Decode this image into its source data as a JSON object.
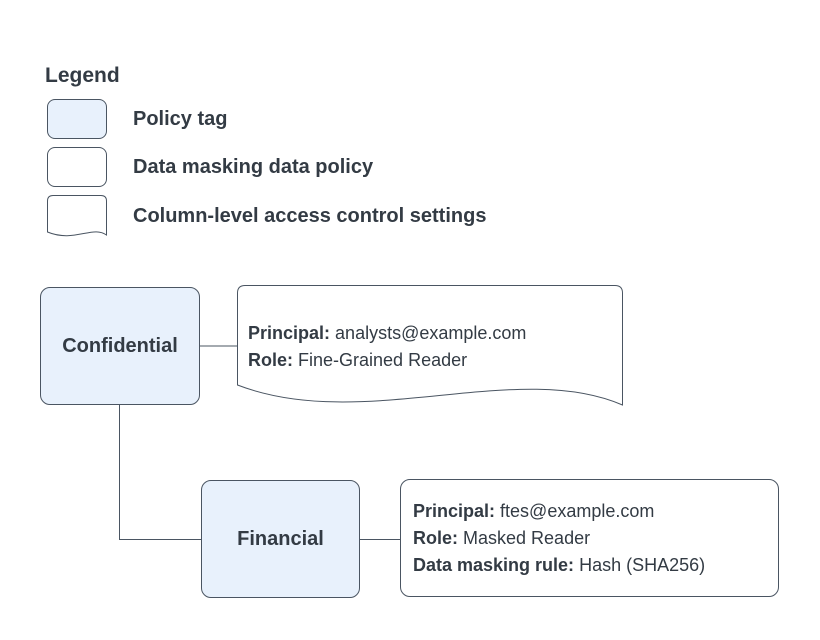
{
  "legend": {
    "title": "Legend",
    "items": [
      {
        "swatch": "policy-tag-swatch",
        "label": "Policy tag"
      },
      {
        "swatch": "data-policy-swatch",
        "label": "Data masking data policy"
      },
      {
        "swatch": "document-swatch",
        "label": "Column-level access control settings"
      }
    ]
  },
  "diagram": {
    "nodes": [
      {
        "id": "confidential",
        "type": "policy-tag",
        "label": "Confidential"
      },
      {
        "id": "financial",
        "type": "policy-tag",
        "label": "Financial"
      }
    ],
    "annotations": [
      {
        "id": "confidential-access-settings",
        "type": "column-level-access-control-settings",
        "lines": [
          {
            "label": "Principal:",
            "value": "analysts@example.com"
          },
          {
            "label": "Role:",
            "value": "Fine-Grained Reader"
          }
        ]
      },
      {
        "id": "financial-data-policy",
        "type": "data-masking-data-policy",
        "lines": [
          {
            "label": "Principal:",
            "value": "ftes@example.com"
          },
          {
            "label": "Role:",
            "value": "Masked Reader"
          },
          {
            "label": "Data masking rule:",
            "value": "Hash (SHA256)"
          }
        ]
      }
    ],
    "connections": [
      {
        "from": "confidential",
        "to": "confidential-access-settings"
      },
      {
        "from": "confidential",
        "to": "financial"
      },
      {
        "from": "financial",
        "to": "financial-data-policy"
      }
    ]
  },
  "colors": {
    "policy_tag_fill": "#e8f1fc",
    "shape_stroke": "#4a5562",
    "text": "#333b44",
    "background": "#ffffff"
  }
}
